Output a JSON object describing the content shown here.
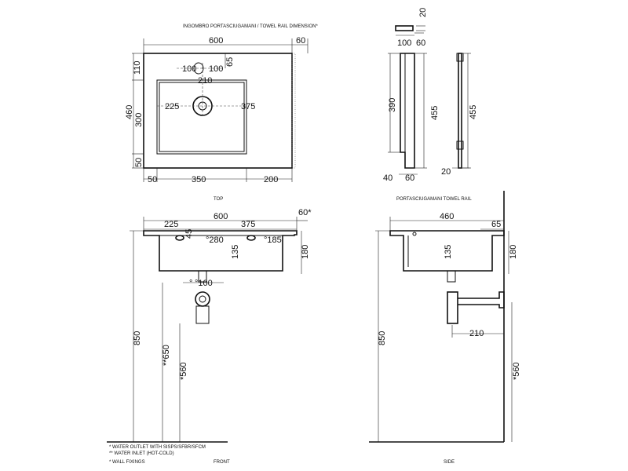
{
  "captions": {
    "towel_rail_dimension": "INGOMBRO PORTASCIUGAMANI / TOWEL RAIL DIMENSION*",
    "towel_rail": "PORTASCIUGAMANI TOWEL RAIL",
    "top": "TOP",
    "front": "FRONT",
    "side": "SIDE"
  },
  "notes": [
    "* WATER OUTLET WITH SISPS/SFBR/SFCM",
    "** WATER INLET  (HOT-COLD)",
    "* WALL FIXINGS"
  ],
  "top_view": {
    "width": "600",
    "rail": "60",
    "d110": "110",
    "d65": "65",
    "d100a": "100",
    "d100b": "100",
    "d210": "210",
    "d460": "460",
    "d300": "300",
    "d50": "50",
    "d225": "225",
    "d375": "375",
    "b50": "50",
    "b350": "350",
    "b200": "200"
  },
  "towel_rail_view": {
    "d20top": "20",
    "d100": "100",
    "d390": "390",
    "d455a": "455",
    "d455b": "455",
    "d40": "40",
    "d60": "60",
    "d20b": "20"
  },
  "front_view": {
    "w600": "600",
    "d60": "60*",
    "d225": "225",
    "d375": "375",
    "d45": "45",
    "d280": "°280",
    "d185": "°185",
    "d135": "135",
    "d180": "180",
    "d100": "°100",
    "d100pre": "°",
    "d850": "850",
    "d650": "**650",
    "d560": "*560"
  },
  "side_view": {
    "d460": "460",
    "d65": "65",
    "d135": "135",
    "d180": "180",
    "d210": "210",
    "d850": "850",
    "d560": "*560"
  }
}
